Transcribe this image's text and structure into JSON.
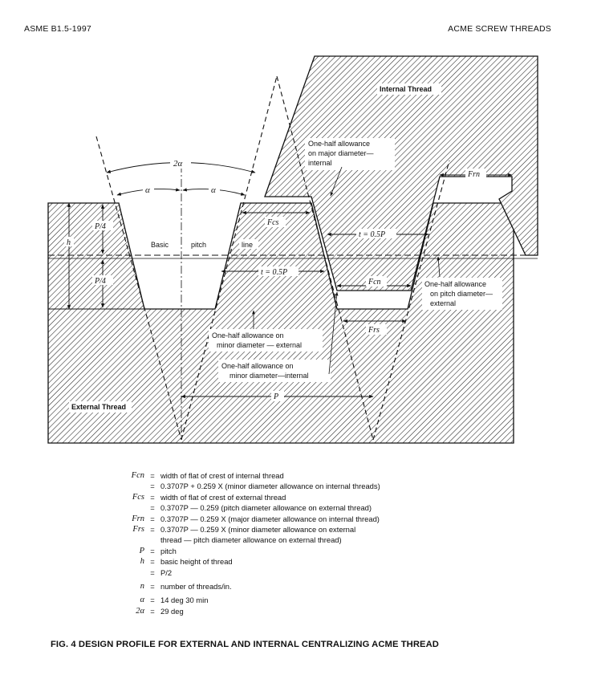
{
  "header": {
    "left": "ASME B1.5-1997",
    "right": "ACME SCREW THREADS"
  },
  "diagram": {
    "labels": {
      "two_alpha": "2α",
      "alpha_left": "α",
      "alpha_right": "α",
      "p4_top": "P/4",
      "h": "h",
      "p4_bottom": "P/4",
      "basic": "Basic",
      "pitch": "pitch",
      "line": "line",
      "fcs": "Fcs",
      "t_left": "t = 0.5P",
      "t_right": "t = 0.5P",
      "fcn": "Fcn",
      "frs": "Frs",
      "frn": "Frn",
      "p": "P",
      "internal_thread": "Internal Thread",
      "external_thread": "External Thread"
    },
    "notes": {
      "major_allowance": [
        "One-half allowance",
        "on major diameter—",
        "internal"
      ],
      "pitch_allowance": [
        "One-half allowance",
        "on pitch diameter—",
        "external"
      ],
      "minor_ext": [
        "One-half allowance on",
        "minor diameter — external"
      ],
      "minor_int": [
        "One-half allowance on",
        "minor diameter—internal"
      ]
    }
  },
  "legend": [
    {
      "symbol": "Fcn",
      "eq": "=",
      "text": "width of flat of crest of internal thread"
    },
    {
      "symbol": "",
      "eq": "=",
      "text": "0.3707P + 0.259 X (minor diameter allowance on internal threads)"
    },
    {
      "symbol": "Fcs",
      "eq": "=",
      "text": "width of flat of crest of external thread"
    },
    {
      "symbol": "",
      "eq": "=",
      "text": "0.3707P — 0.259 (pitch diameter allowance on external thread)"
    },
    {
      "symbol": "Frn",
      "eq": "=",
      "text": "0.3707P — 0.259 X (major diameter allowance on internal thread)"
    },
    {
      "symbol": "Frs",
      "eq": "=",
      "text": "0.3707P — 0.259 X (minor diameter allowance on external"
    },
    {
      "symbol": "",
      "eq": "",
      "text": "thread — pitch diameter allowance on external thread)"
    },
    {
      "symbol": "P",
      "eq": "=",
      "text": "pitch"
    },
    {
      "symbol": "h",
      "eq": "=",
      "text": "basic height of thread"
    },
    {
      "symbol": "",
      "eq": "=",
      "text": "P/2"
    },
    {
      "symbol": "n",
      "eq": "=",
      "text": "number of threads/in."
    },
    {
      "symbol": "α",
      "eq": "=",
      "text": "14 deg  30 min"
    },
    {
      "symbol": "2α",
      "eq": "=",
      "text": "29 deg"
    }
  ],
  "caption": "FIG. 4   DESIGN PROFILE FOR EXTERNAL AND INTERNAL CENTRALIZING ACME THREAD"
}
